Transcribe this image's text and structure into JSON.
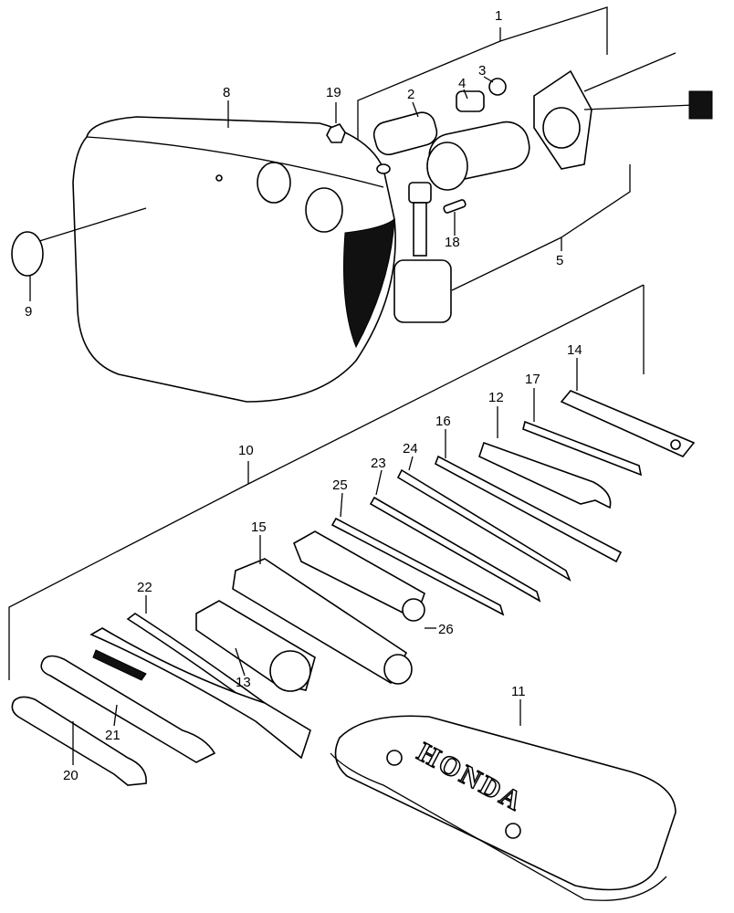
{
  "callouts": [
    {
      "id": "1",
      "text": "1"
    },
    {
      "id": "2",
      "text": "2"
    },
    {
      "id": "3",
      "text": "3"
    },
    {
      "id": "4",
      "text": "4"
    },
    {
      "id": "5",
      "text": "5"
    },
    {
      "id": "8",
      "text": "8"
    },
    {
      "id": "9",
      "text": "9"
    },
    {
      "id": "10",
      "text": "10"
    },
    {
      "id": "11",
      "text": "11"
    },
    {
      "id": "12",
      "text": "12"
    },
    {
      "id": "13",
      "text": "13"
    },
    {
      "id": "14",
      "text": "14"
    },
    {
      "id": "15",
      "text": "15"
    },
    {
      "id": "16",
      "text": "16"
    },
    {
      "id": "17",
      "text": "17"
    },
    {
      "id": "18",
      "text": "18"
    },
    {
      "id": "19",
      "text": "19"
    },
    {
      "id": "20",
      "text": "20"
    },
    {
      "id": "21",
      "text": "21"
    },
    {
      "id": "22",
      "text": "22"
    },
    {
      "id": "23",
      "text": "23"
    },
    {
      "id": "24",
      "text": "24"
    },
    {
      "id": "25",
      "text": "25"
    },
    {
      "id": "26",
      "text": "26"
    }
  ],
  "tool_bag_logo": "HONDA"
}
